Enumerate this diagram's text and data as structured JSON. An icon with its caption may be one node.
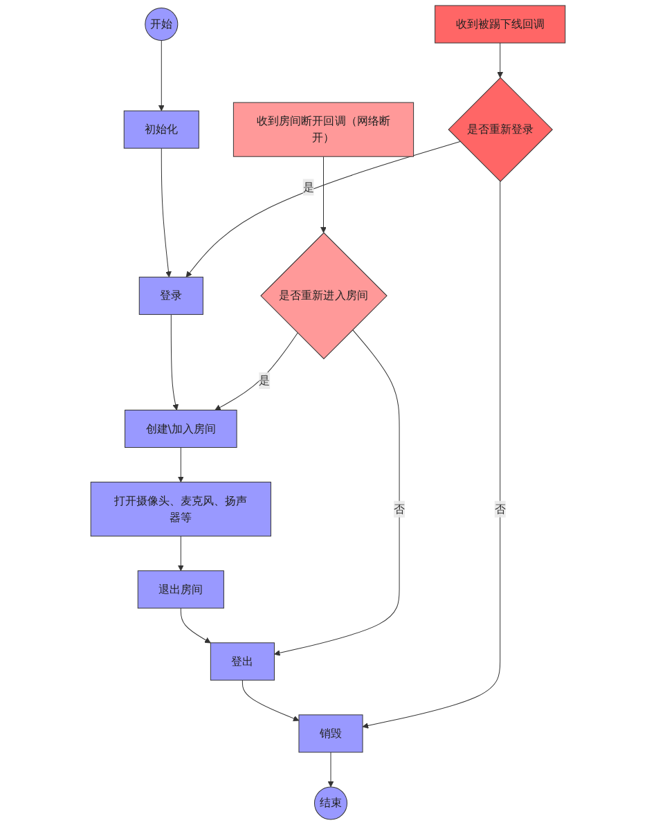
{
  "diagram": {
    "nodes": [
      {
        "text": [
          "开始"
        ]
      },
      {
        "text": [
          "初始化"
        ]
      },
      {
        "text": [
          "登录"
        ]
      },
      {
        "text": [
          "创建\\加入房间"
        ]
      },
      {
        "text": [
          "收到房间断开回调（网络断开）"
        ]
      },
      {
        "text": [
          "是否重新进入房间"
        ]
      },
      {
        "text": [
          "打开摄像头、麦克风、扬声器等"
        ]
      },
      {
        "text": [
          "是否重新登录"
        ]
      },
      {
        "text": [
          "收到被踢下线回调"
        ]
      },
      {
        "text": [
          "退出房间"
        ]
      },
      {
        "text": [
          "登出"
        ]
      },
      {
        "text": [
          "销毁"
        ]
      },
      {
        "text": [
          "结束"
        ]
      }
    ],
    "edges": [
      {
        "from": 0,
        "to": 1,
        "arrow": "to"
      },
      {
        "from": 1,
        "to": 2,
        "arrow": "to"
      },
      {
        "from": 2,
        "to": 3,
        "arrow": "to"
      },
      {
        "from": 3,
        "to": 6,
        "arrow": "to"
      },
      {
        "from": 6,
        "to": 9,
        "arrow": "to"
      },
      {
        "from": 9,
        "to": 10,
        "arrow": "to"
      },
      {
        "from": 10,
        "to": 11,
        "arrow": "to"
      },
      {
        "from": 11,
        "to": 12,
        "arrow": "to"
      },
      {
        "from": 4,
        "to": 5,
        "arrow": "to"
      },
      {
        "from": 5,
        "to": 3,
        "label": "是",
        "arrow": "to"
      },
      {
        "from": 5,
        "to": 10,
        "label": "否",
        "arrow": "to"
      },
      {
        "from": 8,
        "to": 7,
        "arrow": "to"
      },
      {
        "from": 7,
        "to": 2,
        "label": "是",
        "arrow": "to"
      },
      {
        "from": 7,
        "to": 11,
        "label": "否",
        "arrow": "to"
      }
    ]
  }
}
